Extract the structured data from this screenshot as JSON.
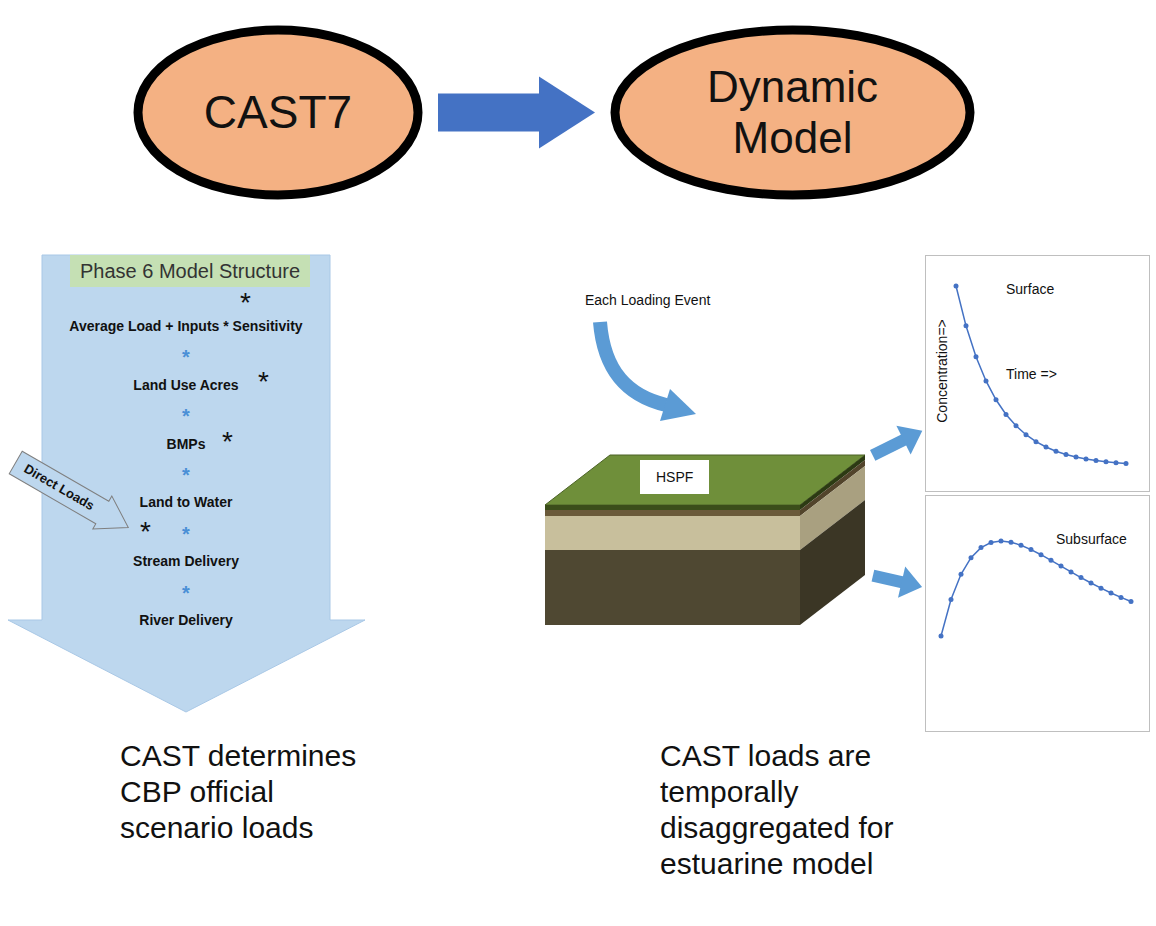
{
  "diagram": {
    "nodes": [
      {
        "text": [
          "CAST7"
        ]
      },
      {
        "text": [
          "Dynamic Model"
        ]
      },
      {
        "text": [
          "Average Load + Inputs * Sensitivity",
          "*",
          "Land Use Acres",
          "*",
          "BMPs",
          "*",
          "Land to Water",
          "*",
          "Stream Delivery",
          "*",
          "River Delivery"
        ]
      },
      {
        "text": [
          "Phase 6 Model Structure"
        ],
        "in": 2
      },
      {
        "text": [
          "Direct Loads"
        ]
      },
      {
        "text": [
          "HSPF"
        ]
      },
      {
        "text": [
          "Surface",
          "Time =>",
          "Concentration=>"
        ]
      },
      {
        "text": [
          "Subsurface"
        ]
      }
    ],
    "edges": [
      {
        "from": 0,
        "to": 1,
        "arrow": "to"
      },
      {
        "from": 5,
        "to": 6,
        "arrow": "to"
      },
      {
        "from": 5,
        "to": 7,
        "arrow": "to"
      }
    ],
    "labels": [
      "*",
      "*",
      "*",
      "*",
      "Each Loading Event",
      "CAST determines CBP official scenario loads",
      "CAST loads are temporally disaggregated for estuarine model"
    ]
  }
}
